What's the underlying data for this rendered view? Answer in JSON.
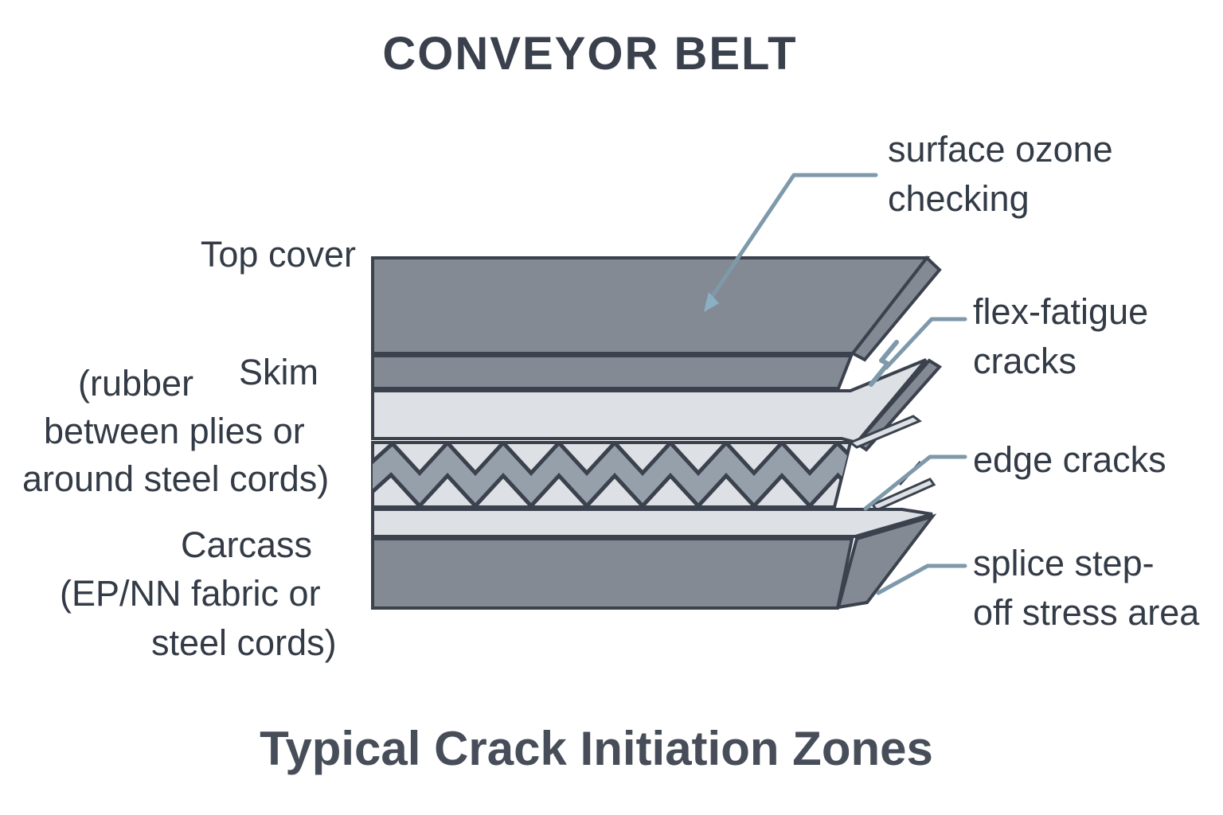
{
  "title": "CONVEYOR BELT",
  "caption": "Typical Crack Initiation Zones",
  "labels": {
    "top_cover": "Top cover",
    "skim": "Skim",
    "skim_desc_lines": [
      "(rubber",
      "between plies or",
      "around steel cords)"
    ],
    "carcass_lines": [
      "Carcass",
      "(EP/NN fabric or",
      "steel cords)"
    ]
  },
  "annotations": {
    "surface_ozone": "surface ozone\nchecking",
    "flex_fatigue": "flex-fatigue\ncracks",
    "edge_cracks": "edge cracks",
    "splice": "splice step-\noff stress area"
  },
  "colors": {
    "slab_dark": "#848a93",
    "slab_light": "#dde0e4",
    "zigzag_fill": "#96a0ab",
    "outline": "#3b424e",
    "leader": "#7e99aa",
    "arrow": "#8ab0c4",
    "background": "#ffffff",
    "title_text": "#3a414d",
    "label_text": "#333b46"
  }
}
